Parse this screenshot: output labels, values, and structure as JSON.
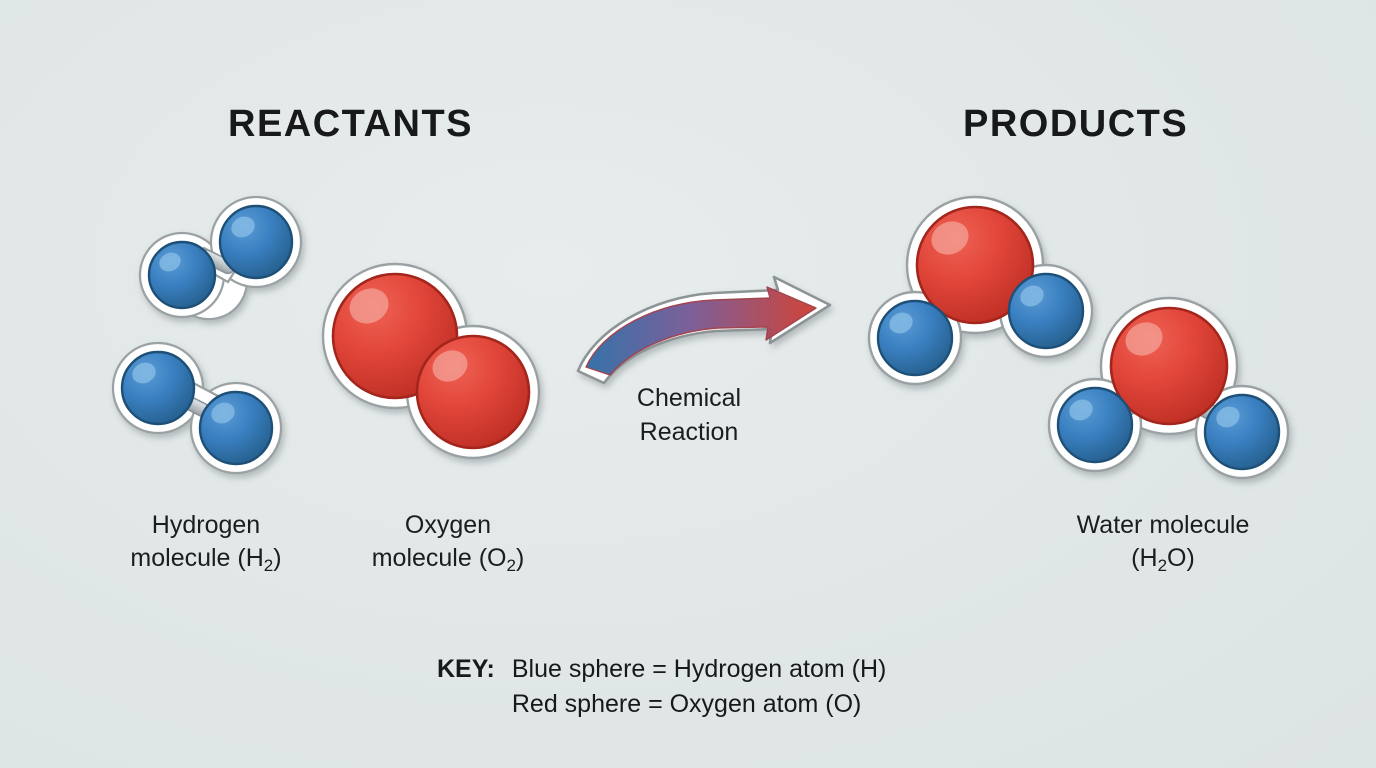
{
  "background_color": "#e3e9e9",
  "headings": {
    "reactants": "REACTANTS",
    "products": "PRODUCTS"
  },
  "arrow": {
    "label_line1": "Chemical",
    "label_line2": "Reaction",
    "gradient_start": "#2f6fa8",
    "gradient_mid": "#7a5a96",
    "gradient_end": "#cf3f32",
    "outline_color": "#ffffff",
    "edge_color": "#8d9496"
  },
  "colors": {
    "hydrogen_fill": "#3a80c1",
    "hydrogen_fill_dark": "#25618f",
    "hydrogen_stroke": "#1d4f77",
    "hydrogen_highlight": "#7fb4e0",
    "oxygen_fill": "#e2463a",
    "oxygen_fill_dark": "#c32f25",
    "oxygen_stroke": "#a3251c",
    "oxygen_highlight": "#f08f84",
    "bond_fill": "#c3cace",
    "bond_stroke": "#8b9398",
    "sticker_white": "#ffffff",
    "sticker_edge": "#9aa1a3"
  },
  "reactants": [
    {
      "id": "hydrogen-molecule-1",
      "formula": "H2",
      "atoms": [
        "hydrogen",
        "hydrogen"
      ],
      "caption_line1": "Hydrogen",
      "caption_line2_prefix": "molecule (H",
      "caption_subscript": "2",
      "caption_line2_suffix": ")"
    },
    {
      "id": "hydrogen-molecule-2",
      "formula": "H2",
      "atoms": [
        "hydrogen",
        "hydrogen"
      ]
    },
    {
      "id": "oxygen-molecule",
      "formula": "O2",
      "atoms": [
        "oxygen",
        "oxygen"
      ],
      "caption_line1": "Oxygen",
      "caption_line2_prefix": "molecule (O",
      "caption_subscript": "2",
      "caption_line2_suffix": ")"
    }
  ],
  "products": [
    {
      "id": "water-molecule-1",
      "formula": "H2O",
      "atoms": [
        "oxygen",
        "hydrogen",
        "hydrogen"
      ],
      "caption_line1": "Water molecule",
      "caption_line2_prefix": "(H",
      "caption_subscript": "2",
      "caption_line2_suffix": "O)"
    },
    {
      "id": "water-molecule-2",
      "formula": "H2O",
      "atoms": [
        "oxygen",
        "hydrogen",
        "hydrogen"
      ]
    }
  ],
  "key": {
    "title": "KEY:",
    "line1": "Blue sphere = Hydrogen atom (H)",
    "line2": "Red sphere = Oxygen atom (O)"
  }
}
